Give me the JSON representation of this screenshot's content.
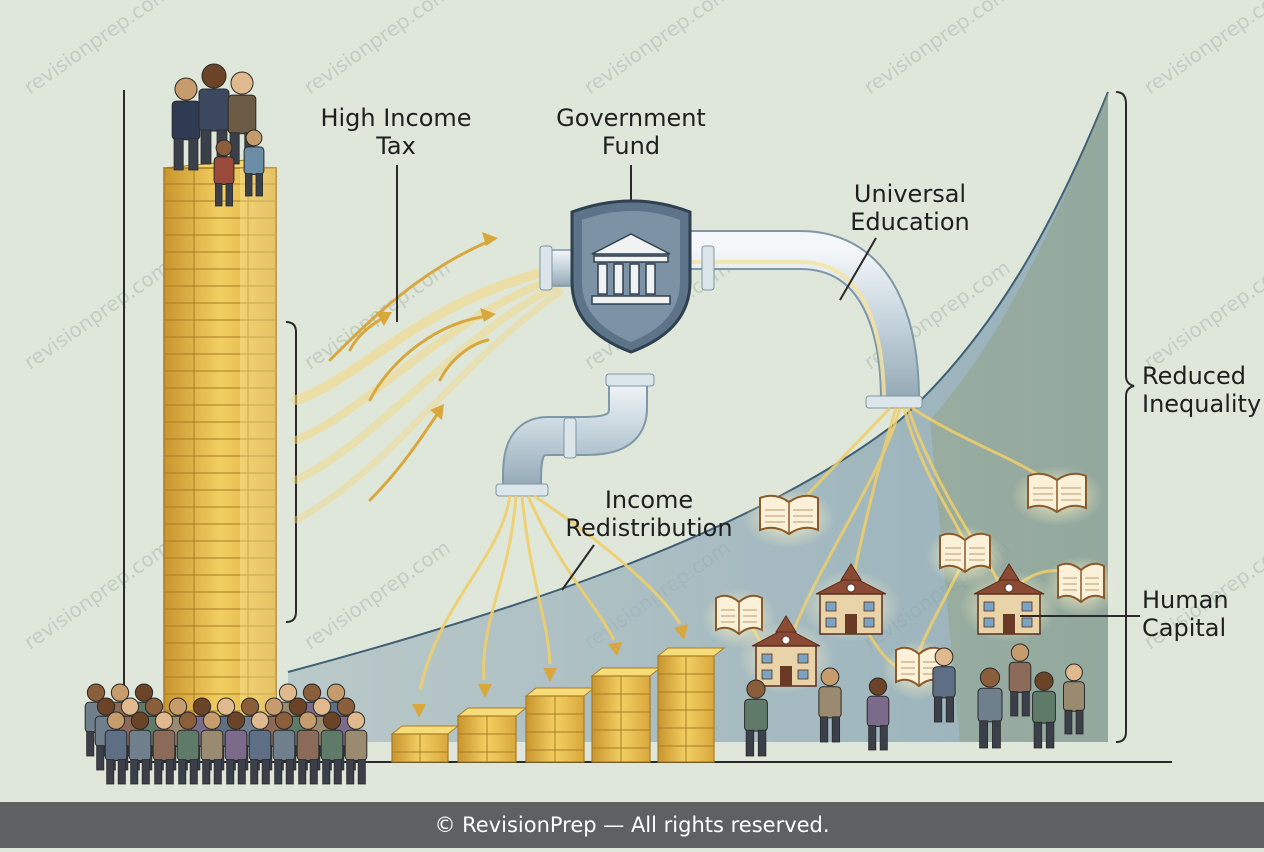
{
  "watermark": "revisionprep.com",
  "labels": {
    "high_income_tax": [
      "High Income",
      "Tax"
    ],
    "government_fund": [
      "Government",
      "Fund"
    ],
    "universal_education": [
      "Universal",
      "Education"
    ],
    "income_redistribution": [
      "Income",
      "Redistribution"
    ],
    "reduced_inequality": [
      "Reduced",
      "Inequality"
    ],
    "human_capital": [
      "Human",
      "Capital"
    ]
  },
  "footer": "© RevisionPrep — All rights reserved.",
  "colors": {
    "background": "#dfe7db",
    "gold": "#e8bf4e",
    "gold_dark": "#b8892a",
    "curve_fill": "#9fb7c2",
    "pipe": "#c9d6de",
    "shield": "#5d7488",
    "footer": "#5f6062"
  },
  "icons": [
    "bank-building-icon",
    "open-book-icon",
    "school-house-icon",
    "person-icon"
  ]
}
